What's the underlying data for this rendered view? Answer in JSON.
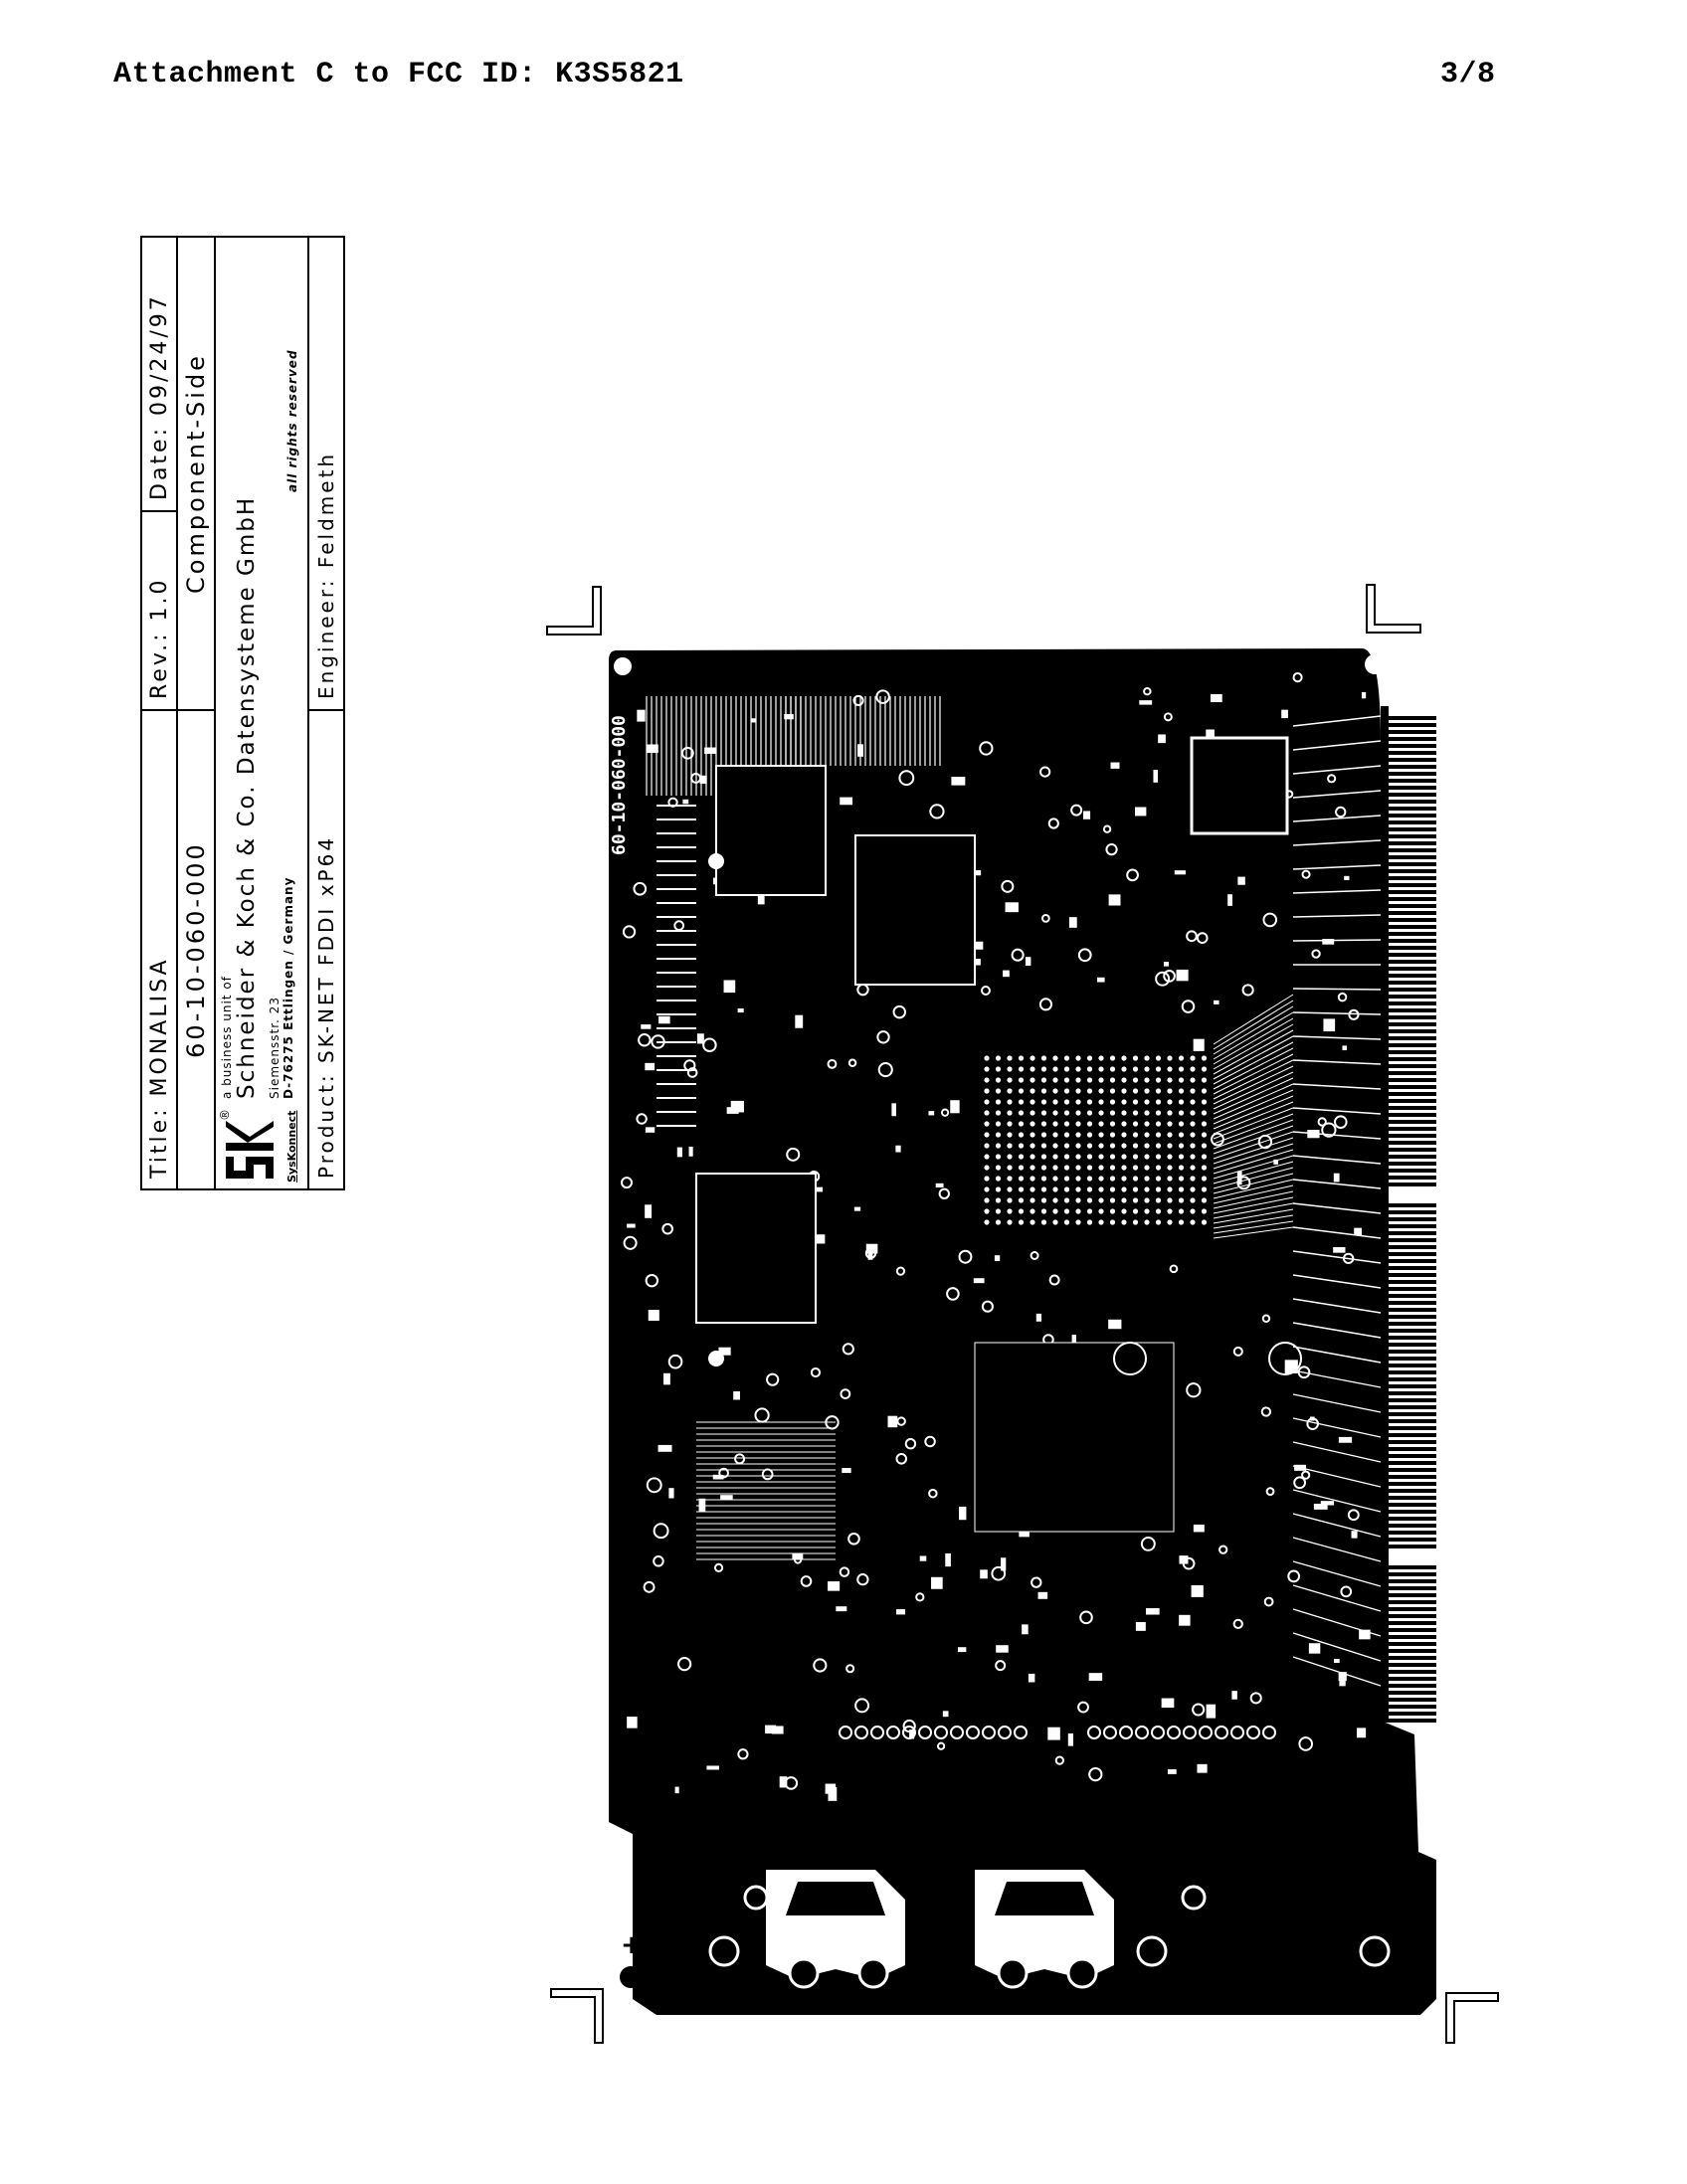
{
  "header": {
    "attachment": "Attachment C to FCC ID: K3S5821",
    "page": "3/8"
  },
  "title_block": {
    "title": "Title: MONALISA",
    "revision": "Rev.: 1.0",
    "date": "Date: 09/24/97",
    "part_number": "60-10-060-000",
    "side": "Component-Side",
    "logo_text": "SysKonnect",
    "registered": "®",
    "business_unit": "a business unit of",
    "company": "Schneider & Koch & Co. Datensysteme GmbH",
    "street": "Siemensstr. 23",
    "city": "D-76275 Ettlingen / Germany",
    "rights": "all rights reserved",
    "product": "Product: SK-NET FDDI xP64",
    "engineer": "Engineer: Feldmeth"
  },
  "pcb": {
    "board_label": "60-10-060-000",
    "plus_mark": "+"
  }
}
